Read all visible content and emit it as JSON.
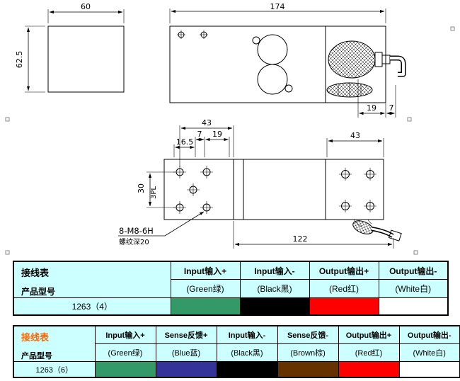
{
  "drawing": {
    "front": {
      "w": "60",
      "h": "62.5"
    },
    "side": {
      "len": "174",
      "d19": "19",
      "d7": "7"
    },
    "top": {
      "d43a": "43",
      "d7": "7",
      "d19": "19",
      "d165": "16.5",
      "d30": "30",
      "pl": "3PL",
      "d122": "122",
      "d43b": "43",
      "thread": "8-M8-6H",
      "depth": "螺纹深20"
    }
  },
  "colors": {
    "table_bg": "#CCFFFF",
    "table2_title": "#FF6600",
    "line": "#000000"
  },
  "table1": {
    "title": "接线表",
    "row_label": "产品型号",
    "model": "1263（4）",
    "columns": [
      {
        "signal": "Input输入+",
        "wire": "(Green绿)",
        "color": "#339966"
      },
      {
        "signal": "Input输入-",
        "wire": "(Black黑)",
        "color": "#000000"
      },
      {
        "signal": "Output输出+",
        "wire": "(Red红)",
        "color": "#FF0000"
      },
      {
        "signal": "Output输出-",
        "wire": "(White白)",
        "color": "#FFFFFF"
      }
    ]
  },
  "table2": {
    "title": "接线表",
    "row_label": "产品型号",
    "model": "1263（6）",
    "columns": [
      {
        "signal": "Input输入+",
        "wire": "(Green绿)",
        "color": "#339966"
      },
      {
        "signal": "Sense反馈+",
        "wire": "(Blue蓝)",
        "color": "#333399"
      },
      {
        "signal": "Input输入-",
        "wire": "(Black黑)",
        "color": "#000000"
      },
      {
        "signal": "Sense反馈-",
        "wire": "(Brown棕)",
        "color": "#663300"
      },
      {
        "signal": "Output输出+",
        "wire": "(Red红)",
        "color": "#FF0000"
      },
      {
        "signal": "Output输出-",
        "wire": "(White白)",
        "color": "#FFFFFF"
      }
    ]
  }
}
